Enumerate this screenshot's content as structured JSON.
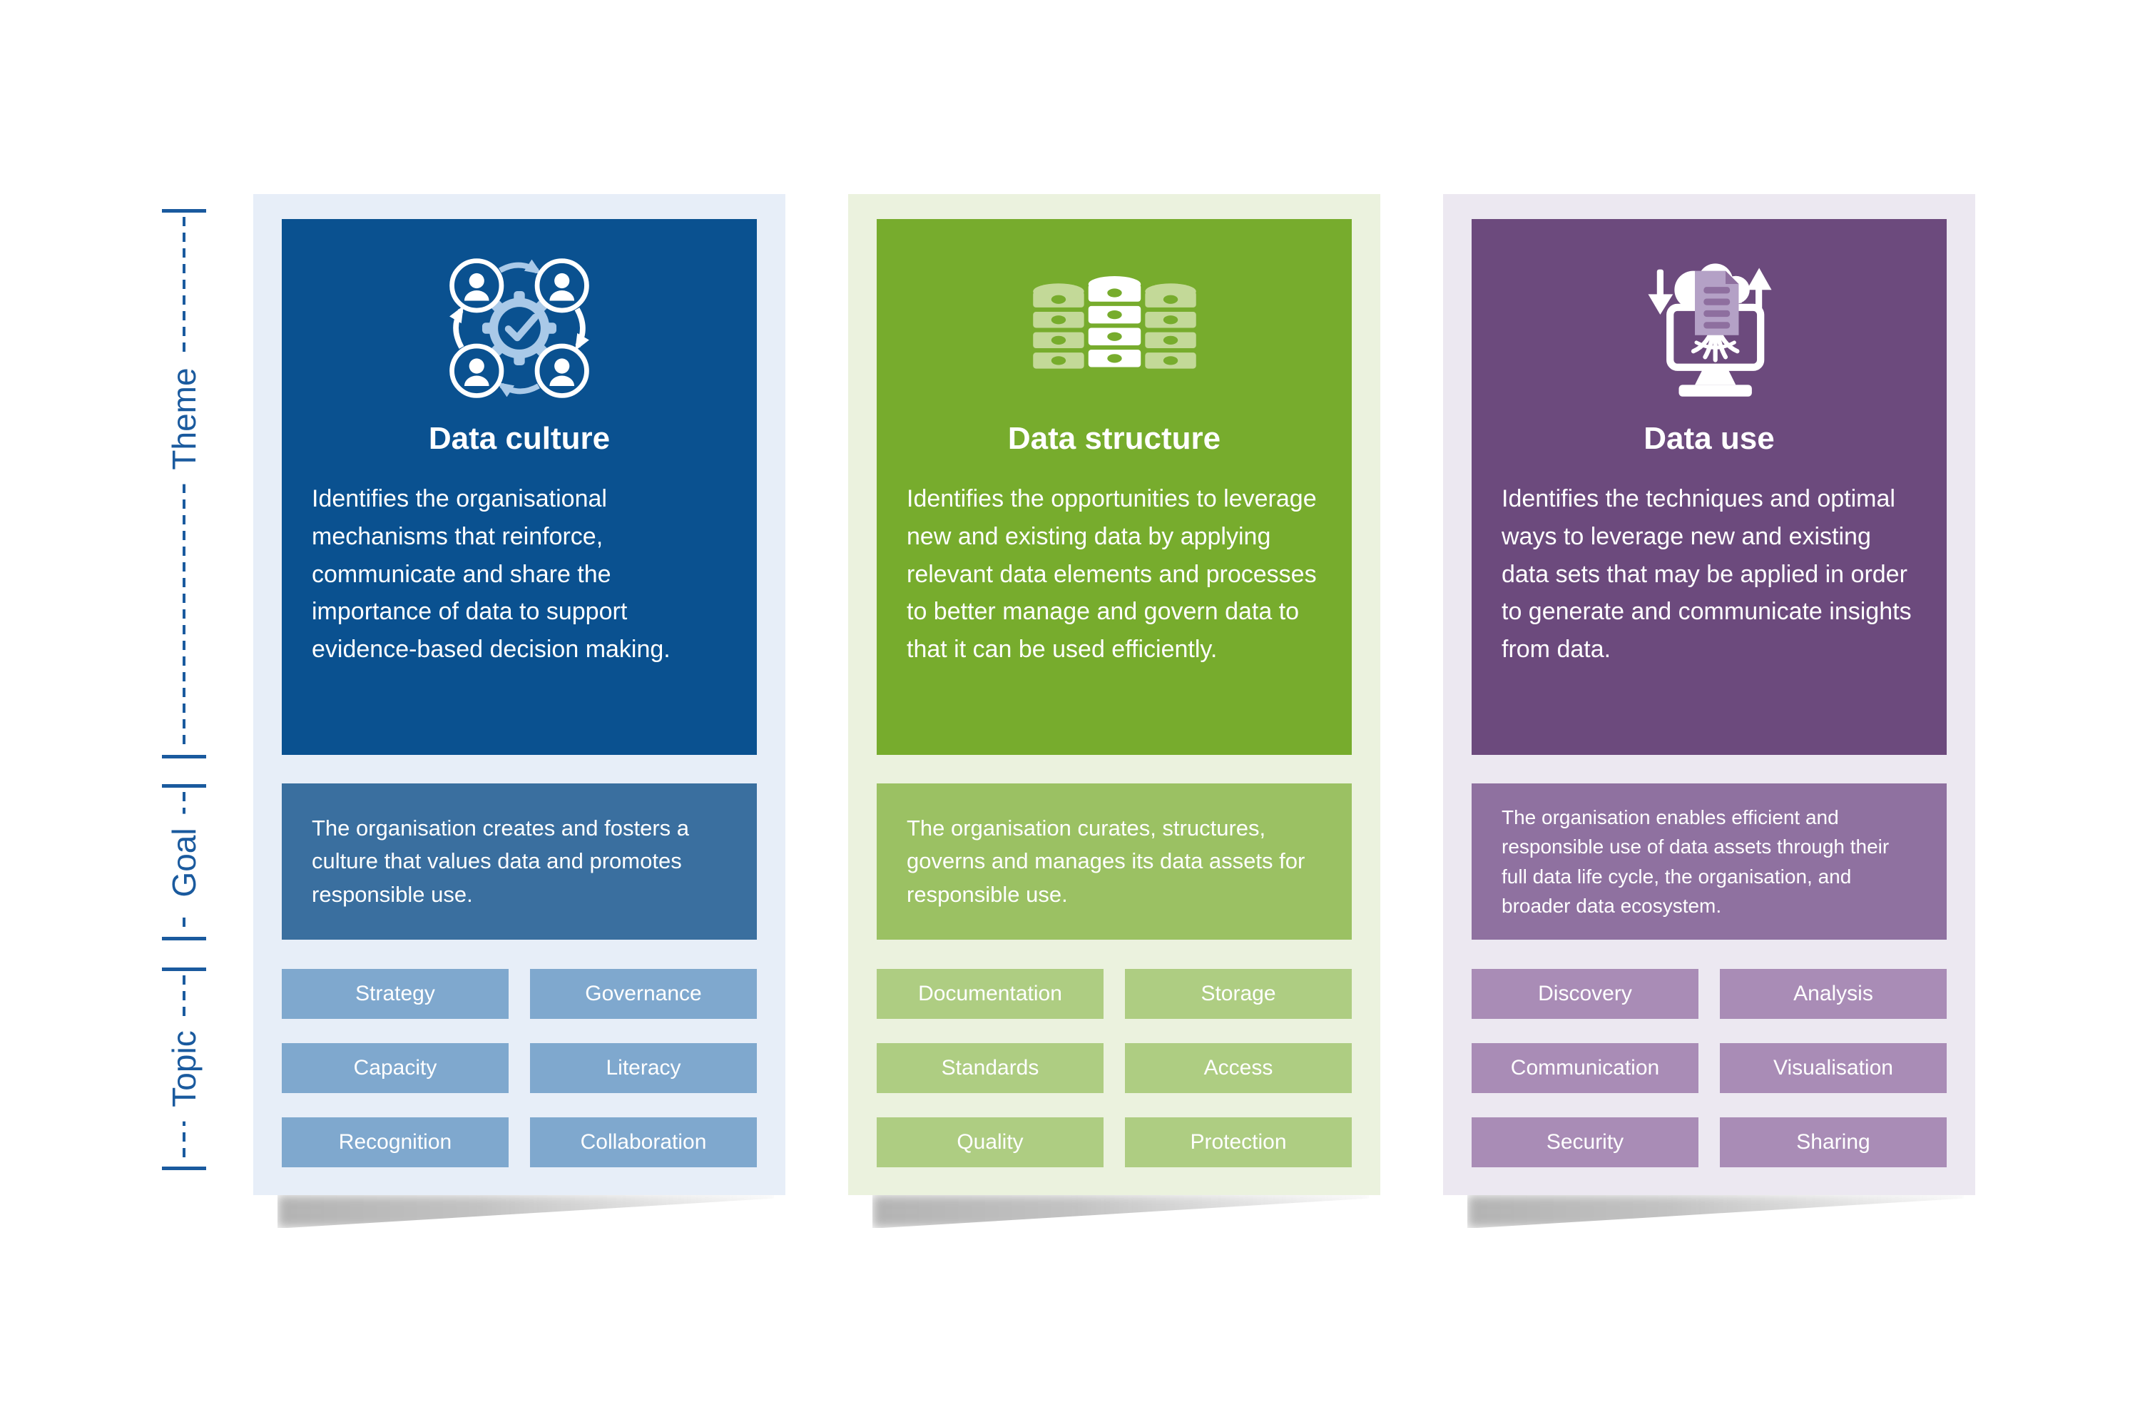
{
  "bracket": {
    "color": "#1a5a9e",
    "sections": [
      {
        "label": "Theme"
      },
      {
        "label": "Goal"
      },
      {
        "label": "Topic"
      }
    ]
  },
  "columns": [
    {
      "title": "Data culture",
      "icon": "people-gear-check-icon",
      "description": "Identifies the organisational mechanisms that reinforce, communicate and share the importance of data to support evidence-based decision making.",
      "goal": "The organisation creates and fosters a culture that values data and promotes responsible use.",
      "topics": [
        "Strategy",
        "Governance",
        "Capacity",
        "Literacy",
        "Recognition",
        "Collaboration"
      ],
      "colors": {
        "card_bg": "#e7eef8",
        "header": "#0a5190",
        "goal": "#3a6f9f",
        "topic": "#7fa8ce"
      }
    },
    {
      "title": "Data structure",
      "icon": "database-stacks-icon",
      "description": "Identifies the opportunities to leverage new and existing data by applying relevant data elements and processes to better manage and govern data to that it can be used efficiently.",
      "goal": "The organisation curates, structures, governs and manages its data assets for responsible use.",
      "topics": [
        "Documentation",
        "Storage",
        "Standards",
        "Access",
        "Quality",
        "Protection"
      ],
      "colors": {
        "card_bg": "#ebf2de",
        "header": "#77ac2d",
        "goal": "#9bc163",
        "topic": "#aecd82"
      }
    },
    {
      "title": "Data use",
      "icon": "monitor-cloud-transfer-icon",
      "description": "Identifies the techniques and optimal ways to leverage new and existing data sets that may be applied in order to generate and communicate insights from data.",
      "goal": "The organisation enables efficient and responsible use of data assets through their full data life cycle, the organisation, and broader data ecosystem.",
      "topics": [
        "Discovery",
        "Analysis",
        "Communication",
        "Visualisation",
        "Security",
        "Sharing"
      ],
      "colors": {
        "card_bg": "#ece8f1",
        "header": "#6c4a7d",
        "goal": "#8f71a0",
        "topic": "#a98cb6"
      }
    }
  ]
}
